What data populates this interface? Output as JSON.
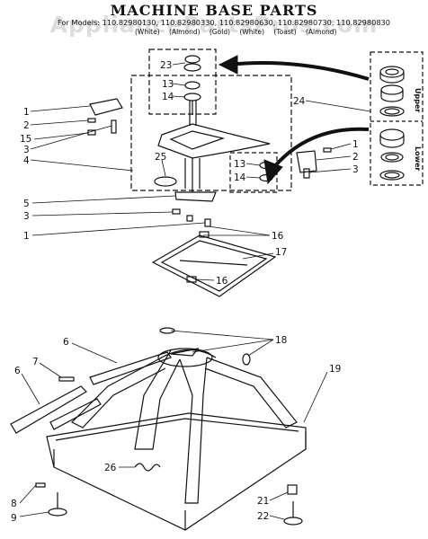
{
  "header": {
    "title": "MACHINE BASE PARTS",
    "models_line": "For Models: 110.82980130, 110.82980330, 110.82980630, 110.82980730, 110.82980830",
    "colors_line": "(White) (Almond) (Gold) (White) (Toast) (Almond)",
    "watermark": "AppliancePartsPros.com"
  },
  "side_labels": {
    "upper": "Upper",
    "lower": "Lower"
  },
  "callouts": [
    {
      "id": "c1a",
      "label": "1"
    },
    {
      "id": "c2a",
      "label": "2"
    },
    {
      "id": "c15",
      "label": "15"
    },
    {
      "id": "c3a",
      "label": "3"
    },
    {
      "id": "c4",
      "label": "4"
    },
    {
      "id": "c23",
      "label": "23"
    },
    {
      "id": "c13a",
      "label": "13"
    },
    {
      "id": "c14a",
      "label": "14"
    },
    {
      "id": "c24",
      "label": "24"
    },
    {
      "id": "c25",
      "label": "25"
    },
    {
      "id": "c13b",
      "label": "13"
    },
    {
      "id": "c14b",
      "label": "14"
    },
    {
      "id": "c1b",
      "label": "1"
    },
    {
      "id": "c2b",
      "label": "2"
    },
    {
      "id": "c3b",
      "label": "3"
    },
    {
      "id": "c5",
      "label": "5"
    },
    {
      "id": "c3c",
      "label": "3"
    },
    {
      "id": "c1c",
      "label": "1"
    },
    {
      "id": "c16a",
      "label": "16"
    },
    {
      "id": "c17",
      "label": "17"
    },
    {
      "id": "c16b",
      "label": "16"
    },
    {
      "id": "c6a",
      "label": "6"
    },
    {
      "id": "c18",
      "label": "18"
    },
    {
      "id": "c7",
      "label": "7"
    },
    {
      "id": "c6b",
      "label": "6"
    },
    {
      "id": "c19",
      "label": "19"
    },
    {
      "id": "c26",
      "label": "26"
    },
    {
      "id": "c8",
      "label": "8"
    },
    {
      "id": "c9",
      "label": "9"
    },
    {
      "id": "c21",
      "label": "21"
    },
    {
      "id": "c22",
      "label": "22"
    }
  ]
}
